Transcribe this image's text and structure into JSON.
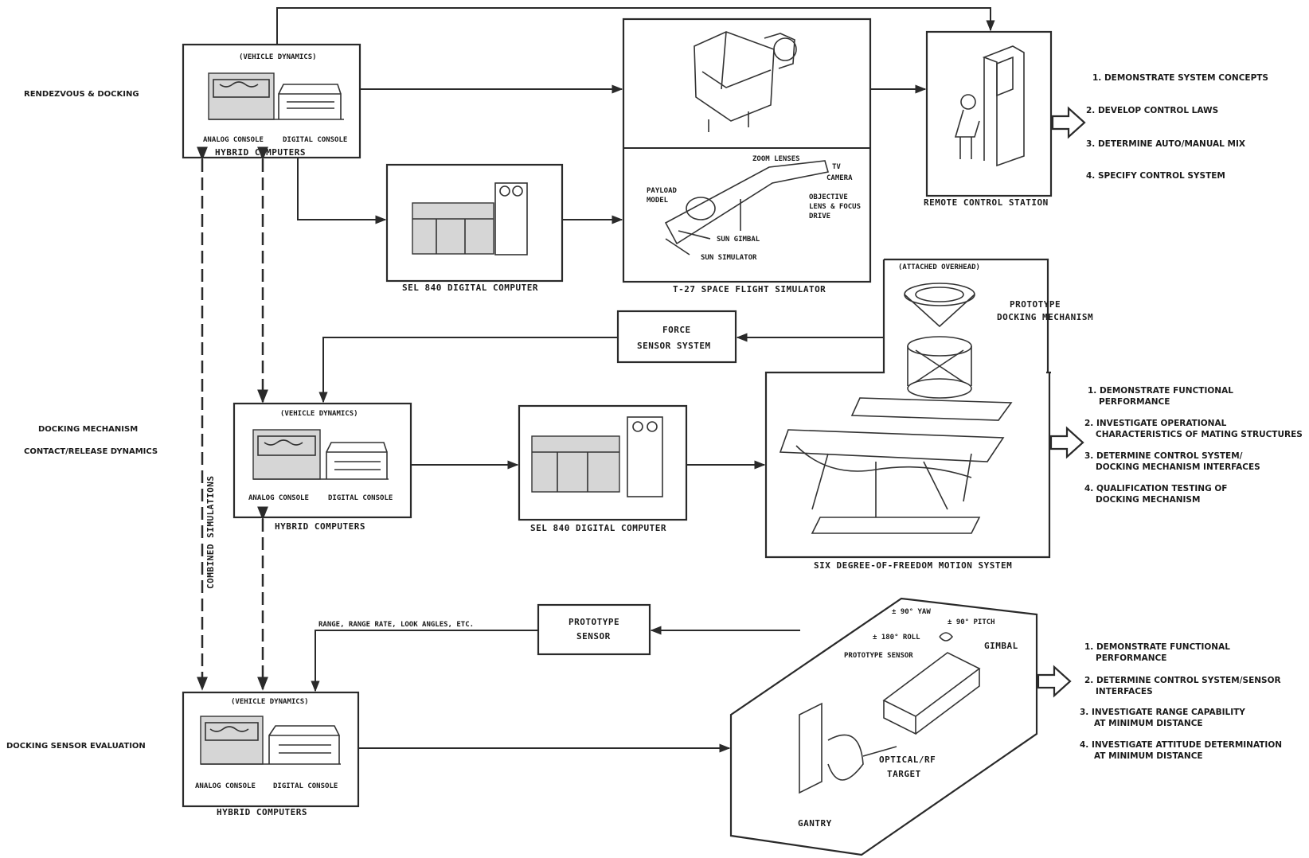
{
  "section_labels": {
    "rendezvous": "RENDEZVOUS & DOCKING",
    "docking_mech_1": "DOCKING MECHANISM",
    "docking_mech_2": "CONTACT/RELEASE DYNAMICS",
    "sensor_eval": "DOCKING SENSOR EVALUATION"
  },
  "combined": "COMBINED SIMULATIONS",
  "hybrid1": {
    "top": "(VEHICLE DYNAMICS)",
    "analog": "ANALOG CONSOLE",
    "digital": "DIGITAL CONSOLE",
    "name": "HYBRID COMPUTERS"
  },
  "hybrid2": {
    "top": "(VEHICLE DYNAMICS)",
    "analog": "ANALOG CONSOLE",
    "digital": "DIGITAL CONSOLE",
    "name": "HYBRID COMPUTERS"
  },
  "hybrid3": {
    "top": "(VEHICLE DYNAMICS)",
    "analog": "ANALOG CONSOLE",
    "digital": "DIGITAL CONSOLE",
    "name": "HYBRID COMPUTERS"
  },
  "sel1": {
    "name": "SEL 840 DIGITAL COMPUTER"
  },
  "sel2": {
    "name": "SEL 840 DIGITAL COMPUTER"
  },
  "t27": {
    "name": "T-27 SPACE FLIGHT SIMULATOR",
    "zoom": "ZOOM LENSES",
    "tv1": "TV",
    "tv2": "CAMERA",
    "payload1": "PAYLOAD",
    "payload2": "MODEL",
    "obj1": "OBJECTIVE",
    "obj2": "LENS & FOCUS",
    "obj3": "DRIVE",
    "sun_gimbal": "SUN GIMBAL",
    "sun_sim": "SUN SIMULATOR"
  },
  "remote": {
    "name": "REMOTE CONTROL STATION"
  },
  "force": {
    "line1": "FORCE",
    "line2": "SENSOR SYSTEM"
  },
  "six_dof": {
    "name": "SIX DEGREE-OF-FREEDOM MOTION SYSTEM",
    "attached": "(ATTACHED OVERHEAD)",
    "proto1": "PROTOTYPE",
    "proto2": "DOCKING MECHANISM"
  },
  "proto_sensor": {
    "line1": "PROTOTYPE",
    "line2": "SENSOR"
  },
  "range_label": "RANGE, RANGE RATE, LOOK ANGLES, ETC.",
  "gantry": {
    "yaw": "± 90° YAW",
    "pitch": "± 90° PITCH",
    "roll": "± 180° ROLL",
    "gimbal": "GIMBAL",
    "sensor": "PROTOTYPE SENSOR",
    "target1": "OPTICAL/RF",
    "target2": "TARGET",
    "gantry": "GANTRY"
  },
  "objectives1": [
    "1. DEMONSTRATE SYSTEM CONCEPTS",
    "2. DEVELOP CONTROL LAWS",
    "3. DETERMINE AUTO/MANUAL MIX",
    "4. SPECIFY CONTROL SYSTEM"
  ],
  "objectives2": {
    "a1": "1. DEMONSTRATE FUNCTIONAL",
    "a2": "PERFORMANCE",
    "b1": "2. INVESTIGATE OPERATIONAL",
    "b2": "CHARACTERISTICS OF MATING STRUCTURES",
    "c1": "3. DETERMINE CONTROL SYSTEM/",
    "c2": "DOCKING MECHANISM INTERFACES",
    "d1": "4. QUALIFICATION TESTING OF",
    "d2": "DOCKING MECHANISM"
  },
  "objectives3": {
    "a1": "1. DEMONSTRATE FUNCTIONAL",
    "a2": "PERFORMANCE",
    "b1": "2. DETERMINE CONTROL SYSTEM/SENSOR",
    "b2": "INTERFACES",
    "c1": "3. INVESTIGATE RANGE CAPABILITY",
    "c2": "AT MINIMUM DISTANCE",
    "d1": "4. INVESTIGATE ATTITUDE DETERMINATION",
    "d2": "AT MINIMUM DISTANCE"
  }
}
